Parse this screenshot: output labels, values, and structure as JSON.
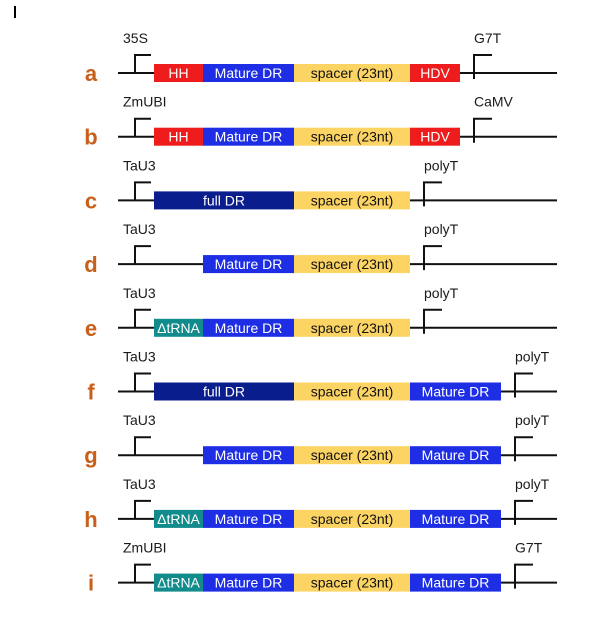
{
  "colors": {
    "letter": "#c8601c",
    "line": "#111111",
    "HH": "#ee1c1c",
    "HDV": "#ee1c1c",
    "mature": "#1d2ee5",
    "spacer": "#fcd463",
    "full": "#0a1d8c",
    "dtrna": "#118b8b"
  },
  "rows": [
    {
      "letter": "a",
      "promoter": "35S",
      "terminator": "G7T",
      "segments": [
        {
          "type": "HH",
          "label": "HH"
        },
        {
          "type": "mature",
          "label": "Mature DR"
        },
        {
          "type": "spacer",
          "label": "spacer (23nt)"
        },
        {
          "type": "HDV",
          "label": "HDV"
        }
      ]
    },
    {
      "letter": "b",
      "promoter": "ZmUBI",
      "terminator": "CaMV",
      "segments": [
        {
          "type": "HH",
          "label": "HH"
        },
        {
          "type": "mature",
          "label": "Mature DR"
        },
        {
          "type": "spacer",
          "label": "spacer (23nt)"
        },
        {
          "type": "HDV",
          "label": "HDV"
        }
      ]
    },
    {
      "letter": "c",
      "promoter": "TaU3",
      "terminator": "polyT",
      "segments": [
        {
          "type": "full",
          "label": "full DR"
        },
        {
          "type": "spacer",
          "label": "spacer (23nt)"
        }
      ]
    },
    {
      "letter": "d",
      "promoter": "TaU3",
      "terminator": "polyT",
      "segments": [
        {
          "type": "gap",
          "label": ""
        },
        {
          "type": "mature",
          "label": "Mature DR"
        },
        {
          "type": "spacer",
          "label": "spacer (23nt)"
        }
      ]
    },
    {
      "letter": "e",
      "promoter": "TaU3",
      "terminator": "polyT",
      "segments": [
        {
          "type": "dtrna",
          "label": "ΔtRNA"
        },
        {
          "type": "mature",
          "label": "Mature DR"
        },
        {
          "type": "spacer",
          "label": "spacer (23nt)"
        }
      ]
    },
    {
      "letter": "f",
      "promoter": "TaU3",
      "terminator": "polyT",
      "segments": [
        {
          "type": "full",
          "label": "full DR"
        },
        {
          "type": "spacer",
          "label": "spacer (23nt)"
        },
        {
          "type": "mature",
          "label": "Mature DR"
        }
      ]
    },
    {
      "letter": "g",
      "promoter": "TaU3",
      "terminator": "polyT",
      "segments": [
        {
          "type": "gap",
          "label": ""
        },
        {
          "type": "mature",
          "label": "Mature DR"
        },
        {
          "type": "spacer",
          "label": "spacer (23nt)"
        },
        {
          "type": "mature",
          "label": "Mature DR"
        }
      ]
    },
    {
      "letter": "h",
      "promoter": "TaU3",
      "terminator": "polyT",
      "segments": [
        {
          "type": "dtrna",
          "label": "ΔtRNA"
        },
        {
          "type": "mature",
          "label": "Mature DR"
        },
        {
          "type": "spacer",
          "label": "spacer (23nt)"
        },
        {
          "type": "mature",
          "label": "Mature DR"
        }
      ]
    },
    {
      "letter": "i",
      "promoter": "ZmUBI",
      "terminator": "G7T",
      "segments": [
        {
          "type": "dtrna",
          "label": "ΔtRNA"
        },
        {
          "type": "mature",
          "label": "Mature DR"
        },
        {
          "type": "spacer",
          "label": "spacer (23nt)"
        },
        {
          "type": "mature",
          "label": "Mature DR"
        }
      ]
    }
  ]
}
